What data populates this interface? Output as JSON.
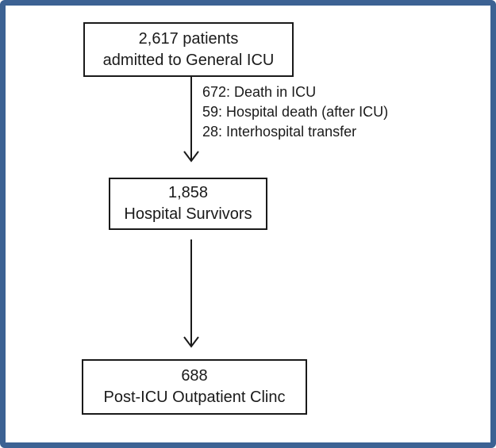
{
  "diagram": {
    "type": "flowchart",
    "background_color": "#ffffff",
    "frame_border_color": "#3c6293",
    "box_border_color": "#1a1a1a",
    "text_color": "#1a1a1a",
    "nodes": [
      {
        "id": "icu-admissions",
        "lines": [
          "2,617 patients",
          "admitted to General ICU"
        ]
      },
      {
        "id": "hospital-survivors",
        "lines": [
          "1,858",
          "Hospital Survivors"
        ]
      },
      {
        "id": "post-icu-clinic",
        "lines": [
          "688",
          "Post-ICU Outpatient Clinc"
        ]
      }
    ],
    "annotations": [
      "672: Death in ICU",
      "59: Hospital death (after ICU)",
      "28: Interhospital transfer"
    ],
    "arrows": [
      {
        "from": "icu-admissions",
        "to": "hospital-survivors"
      },
      {
        "from": "hospital-survivors",
        "to": "post-icu-clinic"
      }
    ]
  }
}
